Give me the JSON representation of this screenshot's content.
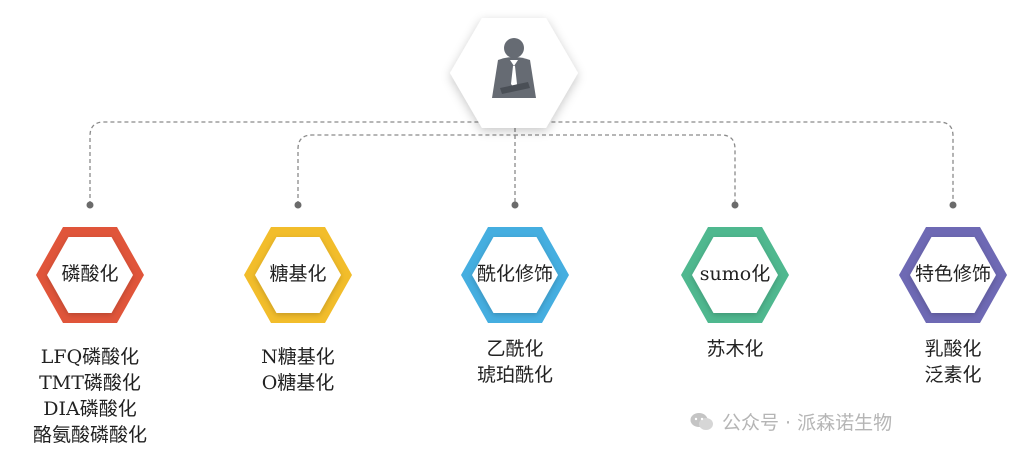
{
  "root": {
    "icon": "businessman-icon"
  },
  "categories": [
    {
      "label": "磷酸化",
      "color": "#e0553a",
      "items": [
        "LFQ磷酸化",
        "TMT磷酸化",
        "DIA磷酸化",
        "酪氨酸磷酸化"
      ]
    },
    {
      "label": "糖基化",
      "color": "#f2bd2b",
      "items": [
        "N糖基化",
        "O糖基化"
      ]
    },
    {
      "label": "酰化修饰",
      "color": "#45aee0",
      "items": [
        "乙酰化",
        "琥珀酰化"
      ]
    },
    {
      "label": "sumo化",
      "color": "#4fb88f",
      "items": [
        "苏木化"
      ]
    },
    {
      "label": "特色修饰",
      "color": "#6e69b4",
      "items": [
        "乳酸化",
        "泛素化"
      ]
    }
  ],
  "watermark": {
    "text": "公众号 · 派森诺生物",
    "icon": "wechat-icon"
  }
}
